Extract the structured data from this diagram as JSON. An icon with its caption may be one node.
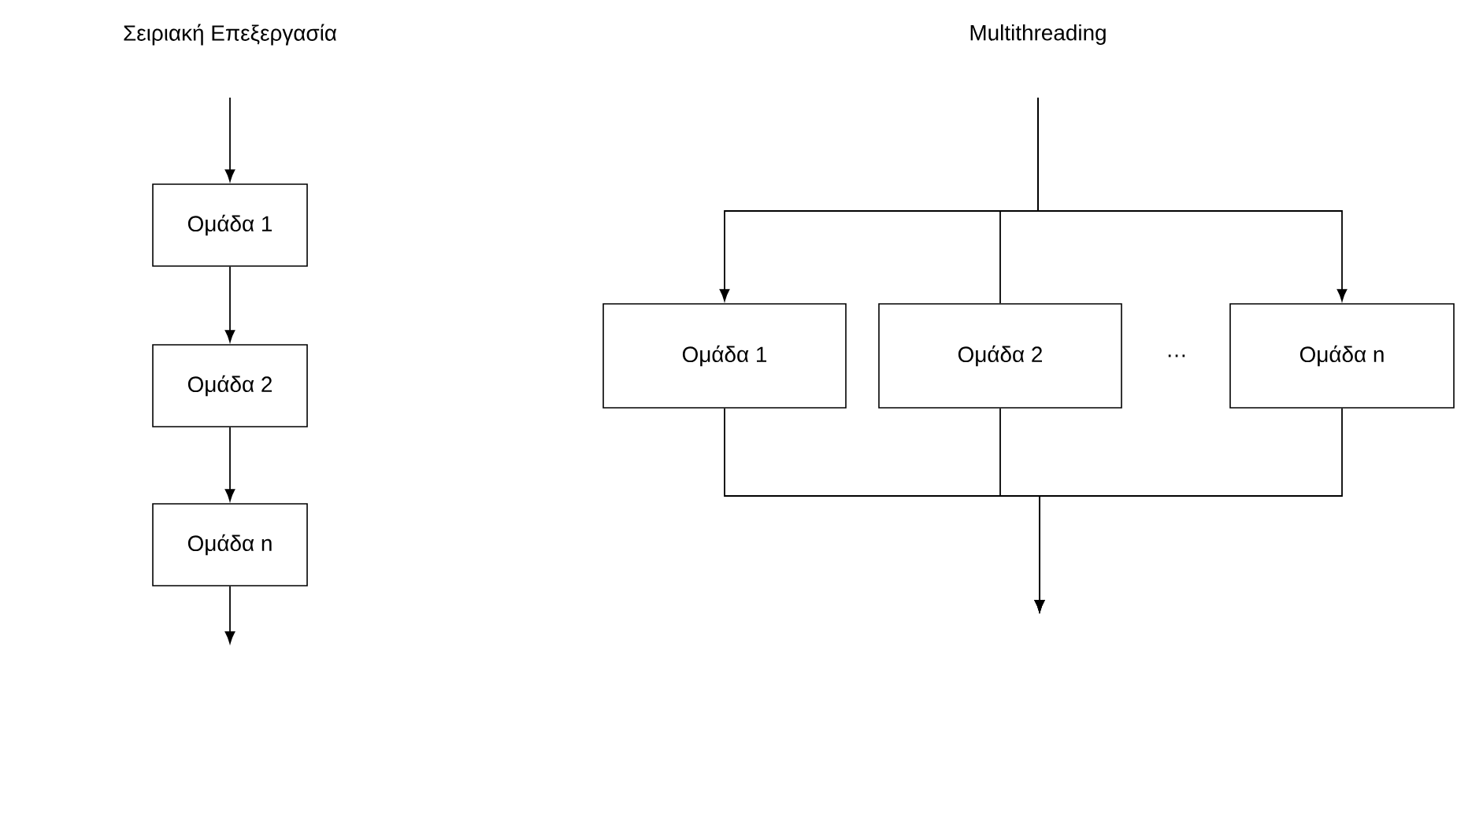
{
  "diagram": {
    "nodes": [
      {
        "text": [
          "Ομάδα 1"
        ]
      },
      {
        "text": [
          "Ομάδα 2"
        ]
      },
      {
        "text": [
          "Ομάδα n"
        ]
      },
      {
        "text": [
          "Ομάδα 1"
        ]
      },
      {
        "text": [
          "Ομάδα 2"
        ]
      },
      {
        "text": [
          "Ομάδα n"
        ]
      }
    ],
    "edges": [
      {
        "from": null,
        "to": 0,
        "arrow": "to"
      },
      {
        "from": 0,
        "to": 1,
        "arrow": "to"
      },
      {
        "from": 1,
        "to": 2,
        "arrow": "to"
      },
      {
        "from": 2,
        "to": null,
        "arrow": "to"
      },
      {
        "from": null,
        "to": 3,
        "arrow": "to"
      },
      {
        "from": null,
        "to": 4,
        "arrow": "none"
      },
      {
        "from": null,
        "to": 5,
        "arrow": "to"
      },
      {
        "from": 3,
        "to": null,
        "arrow": "to"
      },
      {
        "from": 4,
        "to": null,
        "arrow": "to"
      },
      {
        "from": 5,
        "to": null,
        "arrow": "to"
      }
    ],
    "labels": [
      "Σειριακή Επεξεργασία",
      "Multithreading",
      "…"
    ]
  }
}
